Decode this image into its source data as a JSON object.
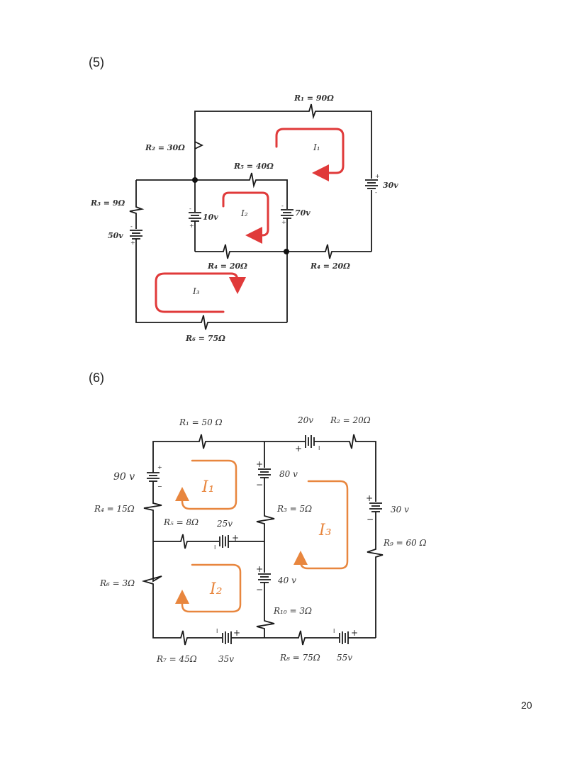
{
  "page_number": "20",
  "problems": [
    {
      "label": "(5)",
      "loop_color": "#e03a3a",
      "resistors": {
        "R1": "R₁ = 90Ω",
        "R2": "R₂ = 30Ω",
        "R3": "R₃ = 9Ω",
        "R4a": "R₄ = 20Ω",
        "R4b": "R₄ = 20Ω",
        "R5": "R₅ = 40Ω",
        "R6": "R₆ = 75Ω"
      },
      "sources": {
        "V30": "30v",
        "V10": "10v",
        "V70": "70v",
        "V50": "50v"
      },
      "loops": {
        "I1": "I₁",
        "I2": "I₂",
        "I3": "I₃"
      }
    },
    {
      "label": "(6)",
      "loop_color": "#e8863e",
      "resistors": {
        "R1": "R₁ = 50 Ω",
        "R2": "R₂ = 20Ω",
        "R3": "R₃ = 5Ω",
        "R4": "R₄ = 15Ω",
        "R5": "R₅ = 8Ω",
        "R6": "R₆ = 3Ω",
        "R7": "R₇ = 45Ω",
        "R8": "R₈ = 75Ω",
        "R9": "R₉ = 60 Ω",
        "R10": "R₁₀ = 3Ω"
      },
      "sources": {
        "V90": "90 v",
        "V20": "20v",
        "V80": "80 v",
        "V30": "30 v",
        "V25": "25v",
        "V40": "40 v",
        "V35": "35v",
        "V55": "55v"
      },
      "loops": {
        "I1": "I₁",
        "I2": "I₂",
        "I3": "I₃"
      },
      "polarity": {
        "plus": "+",
        "minus": "−"
      }
    }
  ]
}
